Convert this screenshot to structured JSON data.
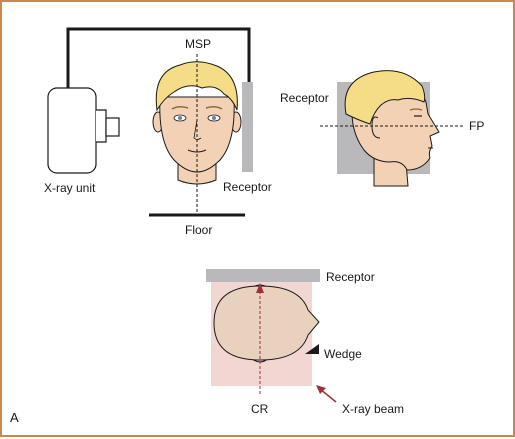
{
  "labels": {
    "msp": "MSP",
    "receptor_top": "Receptor",
    "xray_unit": "X-ray unit",
    "floor": "Floor",
    "receptor_side": "Receptor",
    "fp": "FP",
    "receptor_bottom": "Receptor",
    "wedge": "Wedge",
    "cr": "CR",
    "xray_beam": "X-ray beam",
    "panel": "A"
  },
  "colors": {
    "border": "#c9884f",
    "receptor": "#b9b9bb",
    "skin": "#f2d1b5",
    "hair": "#f4dd86",
    "beam_field": "#f2d6d2",
    "head_top": "#e8d2bd",
    "arrow": "#a0303a",
    "line": "#1a1a1a"
  }
}
